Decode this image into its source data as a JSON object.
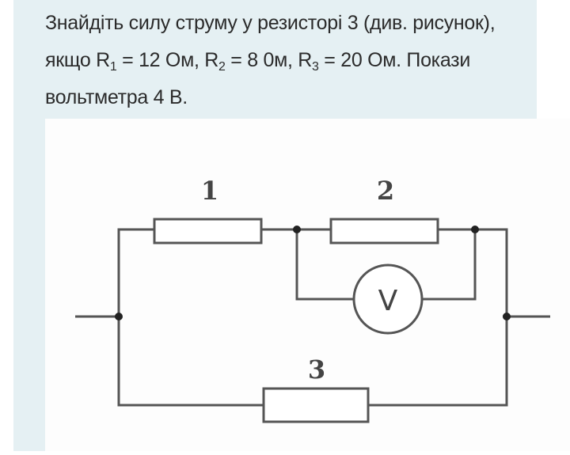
{
  "question": {
    "part1": "Знайдіть силу струму у резисторі 3 (див. рисунок), якщо R",
    "sub1": "1",
    "part2": " = 12 Ом, R",
    "sub2": "2",
    "part3": " = 8 0м, R",
    "sub3": "3",
    "part4": " = 20 Ом. Покази вольтметра 4 В."
  },
  "figure": {
    "resistor_labels": [
      "1",
      "2",
      "3"
    ],
    "voltmeter_label": "V"
  },
  "colors": {
    "card_bg": "#e5f0f3",
    "wire": "#555555"
  }
}
